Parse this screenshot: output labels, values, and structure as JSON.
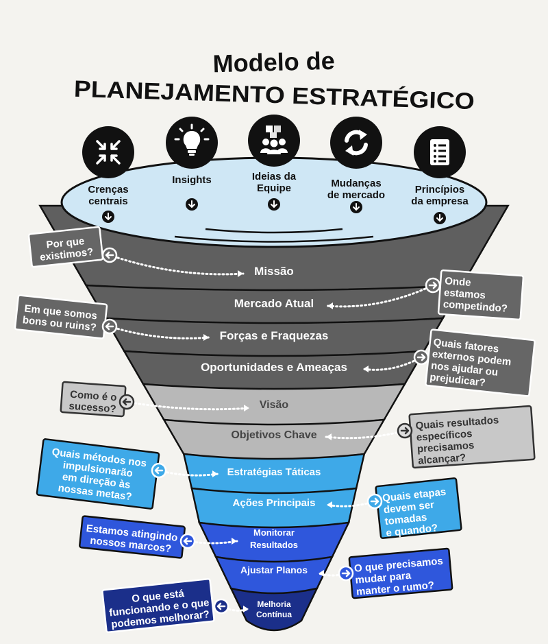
{
  "title_line1": "Modelo de",
  "title_line2": "PLANEJAMENTO ESTRATÉGICO",
  "sources": [
    {
      "label": [
        "Crenças",
        "centrais"
      ],
      "icon": "arrows-inward-icon"
    },
    {
      "label": [
        "Insights"
      ],
      "icon": "lightbulb-icon"
    },
    {
      "label": [
        "Ideias da",
        "Equipe"
      ],
      "icon": "team-icon"
    },
    {
      "label": [
        "Mudanças",
        "de mercado"
      ],
      "icon": "refresh-icon"
    },
    {
      "label": [
        "Princípios",
        "da empresa"
      ],
      "icon": "list-document-icon"
    }
  ],
  "stages": [
    {
      "label": "Missão",
      "question": [
        "Por que",
        "existimos?"
      ],
      "side": "left"
    },
    {
      "label": "Mercado Atual",
      "question": [
        "Onde",
        "estamos",
        "competindo?"
      ],
      "side": "right"
    },
    {
      "label": "Forças e Fraquezas",
      "question": [
        "Em que somos",
        "bons ou ruins?"
      ],
      "side": "left"
    },
    {
      "label": "Oportunidades e Ameaças",
      "question": [
        "Quais fatores",
        "externos podem",
        "nos ajudar ou",
        "prejudicar?"
      ],
      "side": "right"
    },
    {
      "label": "Visão",
      "question": [
        "Como é o",
        "sucesso?"
      ],
      "side": "left"
    },
    {
      "label": "Objetivos Chave",
      "question": [
        "Quais resultados",
        "específicos",
        "precisamos",
        "alcançar?"
      ],
      "side": "right"
    },
    {
      "label": "Estratégias Táticas",
      "question": [
        "Quais métodos nos",
        "impulsionarão",
        "em direção às",
        "nossas metas?"
      ],
      "side": "left"
    },
    {
      "label": "Ações Principais",
      "question": [
        "Quais etapas",
        "devem ser",
        "tomadas",
        "e quando?"
      ],
      "side": "right"
    },
    {
      "label": [
        "Monitorar",
        "Resultados"
      ],
      "question": [
        "Estamos atingindo",
        "nossos marcos?"
      ],
      "side": "left"
    },
    {
      "label": "Ajustar Planos",
      "question": [
        "O que precisamos",
        "mudar para",
        "manter o rumo?"
      ],
      "side": "right"
    },
    {
      "label": [
        "Melhoria",
        "Contínua"
      ],
      "question": [
        "O que está",
        "funcionando e o que",
        "podemos melhorar?"
      ],
      "side": "left"
    }
  ],
  "colors": {
    "background": "#f4f3ef",
    "funnel_dark_gray": "#5f5f5f",
    "funnel_light_gray": "#b8b8b8",
    "funnel_light_blue": "#3ea9e8",
    "funnel_blue": "#2f57dc",
    "funnel_navy": "#1b2f8a",
    "funnel_top": "#cfe7f5"
  }
}
